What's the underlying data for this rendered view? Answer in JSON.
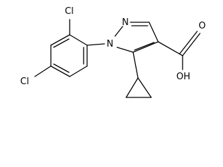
{
  "molecule": {
    "atom_labels": {
      "cl_top": "Cl",
      "cl_left": "Cl",
      "n1": "N",
      "n2": "N",
      "oh": "OH",
      "o_carbonyl": "O"
    },
    "colors": {
      "bond": "#000000",
      "background": "#ffffff"
    }
  }
}
